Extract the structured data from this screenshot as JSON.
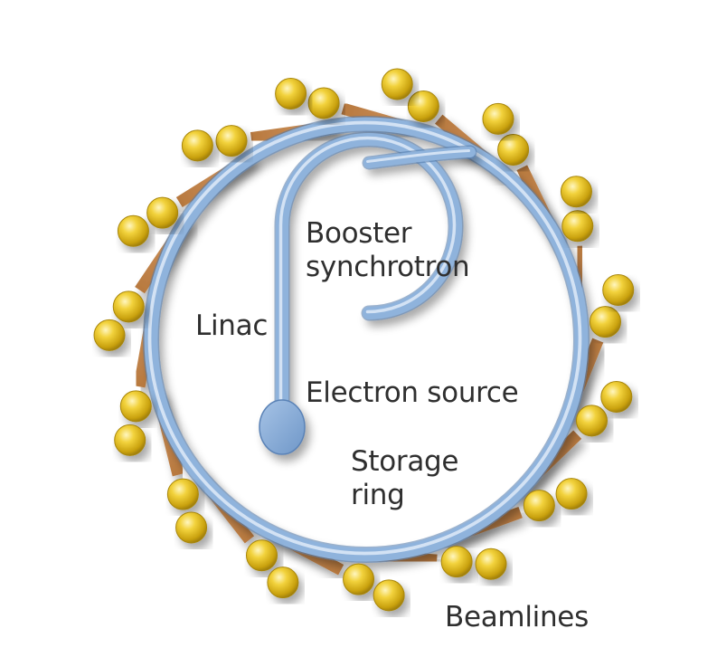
{
  "labels": {
    "booster_line1": "Booster",
    "booster_line2": "synchrotron",
    "linac": "Linac",
    "electron_source": "Electron source",
    "storage_line1": "Storage",
    "storage_line2": "ring",
    "beamlines": "Beamlines"
  },
  "colors": {
    "ring_blue": "#8fb3dc",
    "beamline_orange": "#c68a52",
    "station_gold": "#e8c22a",
    "label_text": "#2f2f2f"
  },
  "beamline_count": 15
}
